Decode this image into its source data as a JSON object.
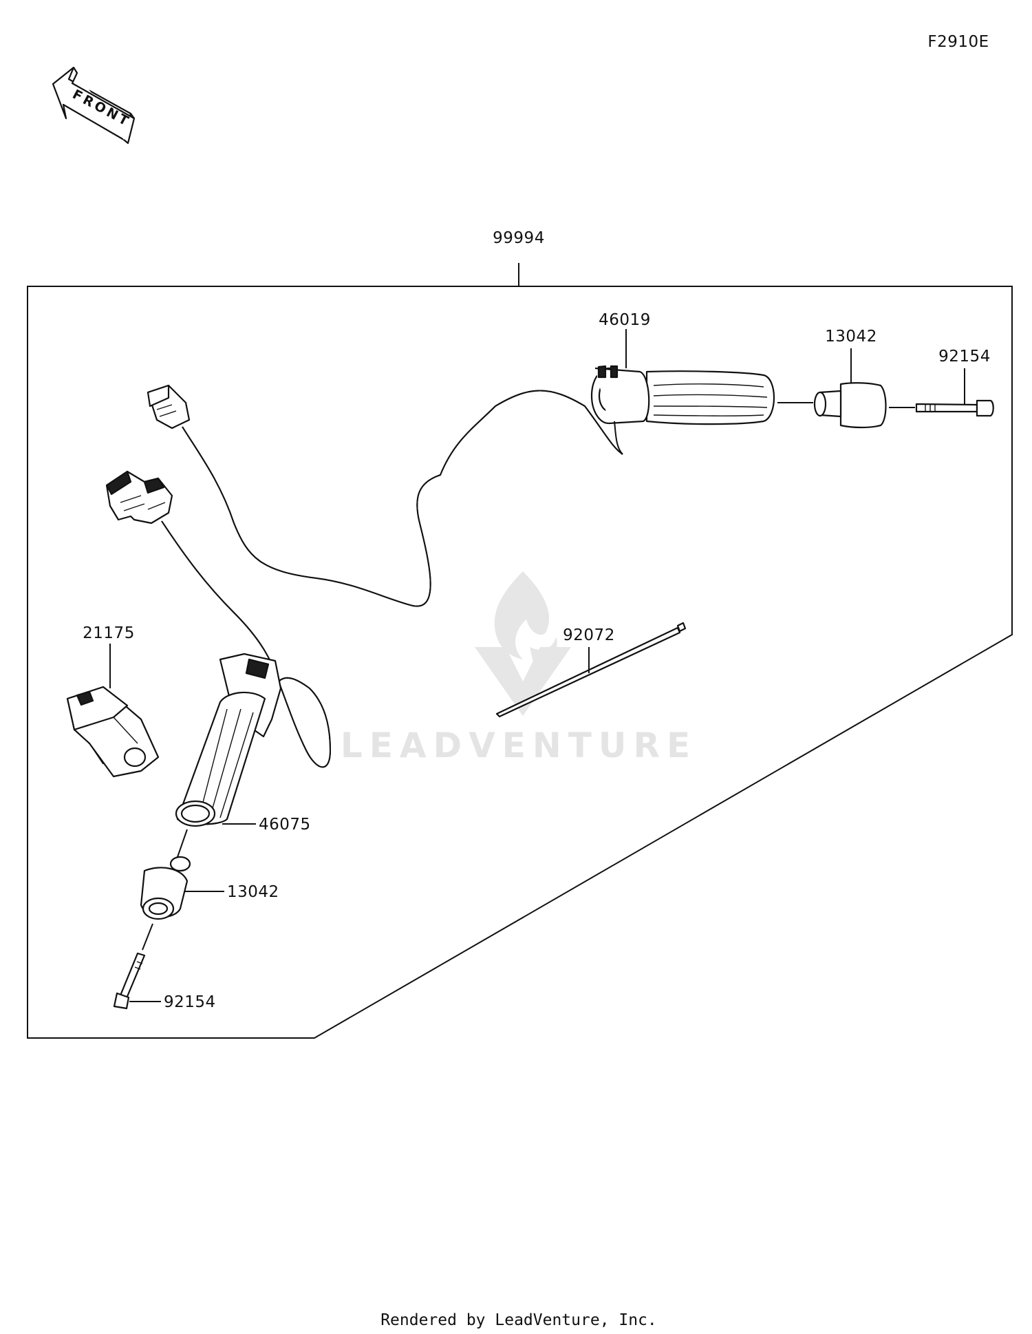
{
  "figure_code": "F2910E",
  "front_indicator": {
    "text": "FRONT",
    "icon": "front-arrow-icon"
  },
  "watermark": {
    "text": "LEADVENTURE",
    "icon": "flame-logo-icon"
  },
  "footer": "Rendered by LeadVenture, Inc.",
  "parts": {
    "kit": "99994",
    "right_grip": "46019",
    "right_weight": "13042",
    "right_bolt": "92154",
    "clamp": "92072",
    "controller": "21175",
    "left_grip": "46075",
    "left_weight": "13042",
    "left_bolt": "92154"
  }
}
